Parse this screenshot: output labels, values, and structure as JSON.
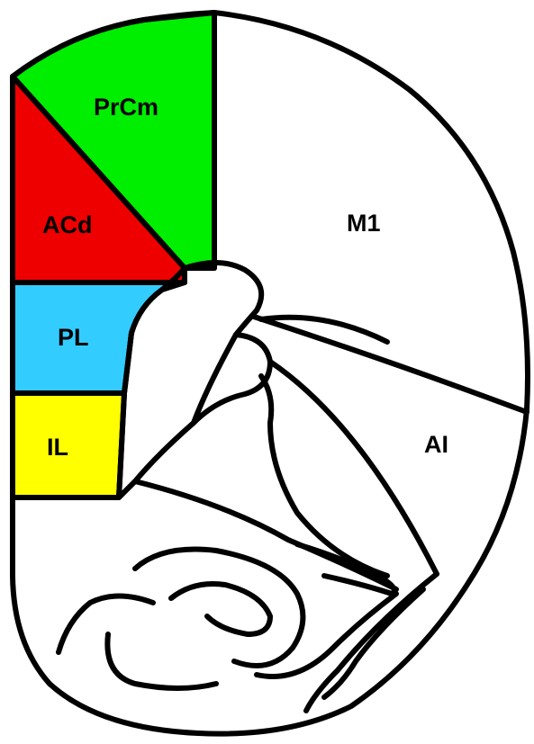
{
  "regions": [
    {
      "key": "prcm",
      "label": "PrCm",
      "color": "#00ee00"
    },
    {
      "key": "acd",
      "label": "ACd",
      "color": "#ee0000"
    },
    {
      "key": "pl",
      "label": "PL",
      "color": "#33ccff"
    },
    {
      "key": "il",
      "label": "IL",
      "color": "#ffff00"
    },
    {
      "key": "m1",
      "label": "M1",
      "color": "#ffffff"
    },
    {
      "key": "ai",
      "label": "AI",
      "color": "#ffffff"
    }
  ],
  "outline_color": "#000000",
  "background": "#ffffff"
}
